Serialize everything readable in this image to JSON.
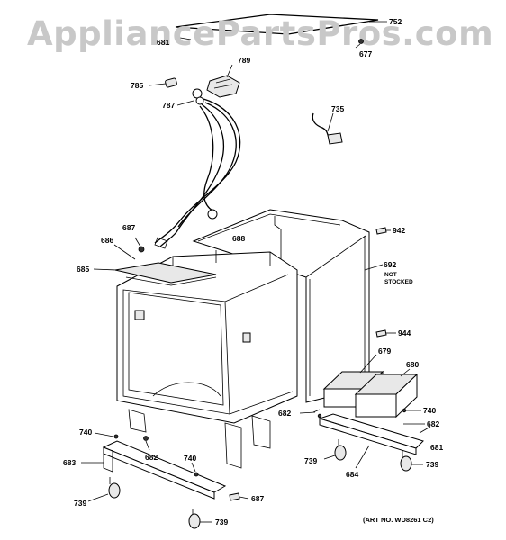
{
  "watermark": {
    "text": "AppliancePartsPros.com"
  },
  "callouts": [
    {
      "id": "c752",
      "text": "752"
    },
    {
      "id": "c681a",
      "text": "681"
    },
    {
      "id": "c677",
      "text": "677"
    },
    {
      "id": "c789",
      "text": "789"
    },
    {
      "id": "c785",
      "text": "785"
    },
    {
      "id": "c787",
      "text": "787"
    },
    {
      "id": "c735",
      "text": "735"
    },
    {
      "id": "c687a",
      "text": "687"
    },
    {
      "id": "c686",
      "text": "686"
    },
    {
      "id": "c688",
      "text": "688"
    },
    {
      "id": "c685",
      "text": "685"
    },
    {
      "id": "c942",
      "text": "942"
    },
    {
      "id": "c692",
      "text": "692"
    },
    {
      "id": "c944",
      "text": "944"
    },
    {
      "id": "c679",
      "text": "679"
    },
    {
      "id": "c680",
      "text": "680"
    },
    {
      "id": "c740a",
      "text": "740"
    },
    {
      "id": "c682a",
      "text": "682"
    },
    {
      "id": "c682b",
      "text": "682"
    },
    {
      "id": "c681b",
      "text": "681"
    },
    {
      "id": "c739a",
      "text": "739"
    },
    {
      "id": "c684",
      "text": "684"
    },
    {
      "id": "c739b",
      "text": "739"
    },
    {
      "id": "c740b",
      "text": "740"
    },
    {
      "id": "c682c",
      "text": "682"
    },
    {
      "id": "c683",
      "text": "683"
    },
    {
      "id": "c740c",
      "text": "740"
    },
    {
      "id": "c687b",
      "text": "687"
    },
    {
      "id": "c739c",
      "text": "739"
    },
    {
      "id": "c739d",
      "text": "739"
    }
  ],
  "notes": {
    "not": "NOT",
    "stocked": "STOCKED"
  },
  "art_number": "(ART NO. WD8261 C2)"
}
